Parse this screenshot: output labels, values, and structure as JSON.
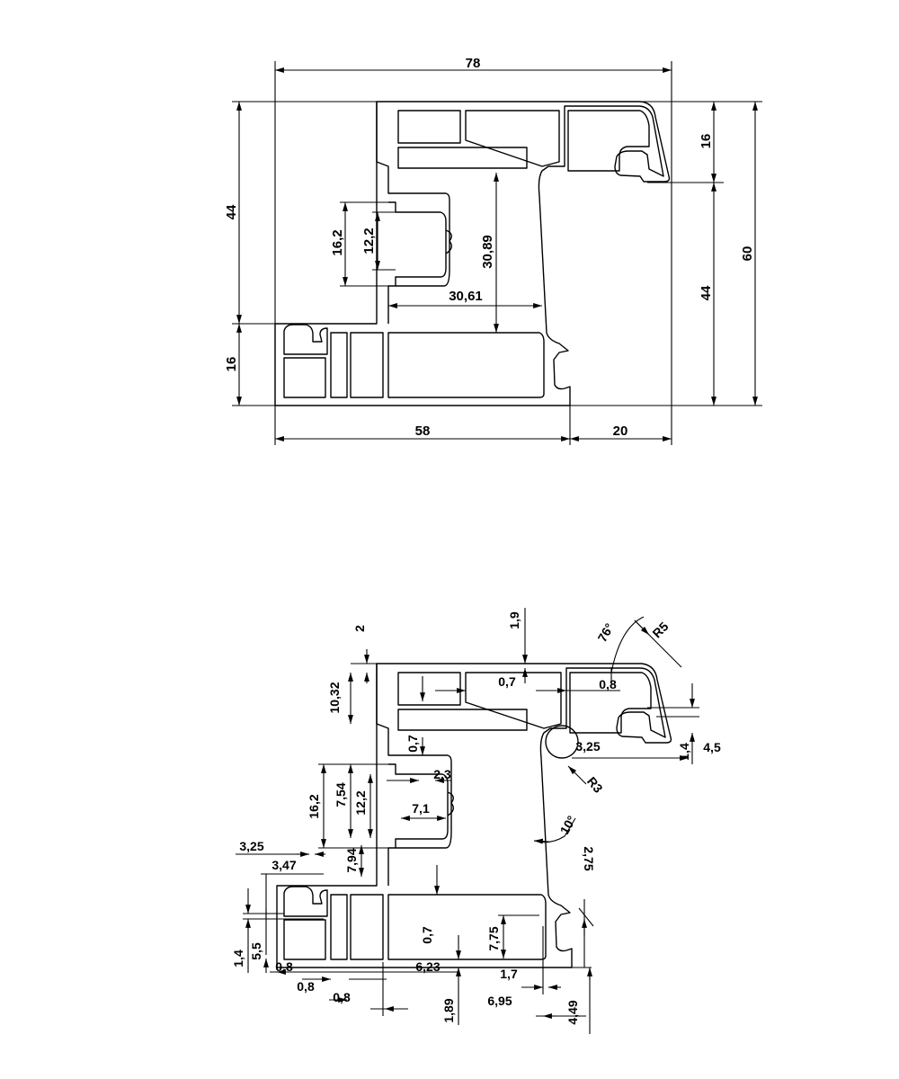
{
  "top_view": {
    "overall_width": "78",
    "overall_height": "60",
    "upper_height_left": "44",
    "lower_height_left": "16",
    "upper_height_right": "16",
    "lower_height_right": "44",
    "bottom_left_width": "58",
    "bottom_right_width": "20",
    "groove_outer": "16,2",
    "groove_inner": "12,2",
    "chamber_height": "30,89",
    "chamber_width": "30,61"
  },
  "detail_view": {
    "d_2": "2",
    "d_1_9": "1,9",
    "d_10_32": "10,32",
    "d_0_7_top": "0,7",
    "d_0_8_top": "0,8",
    "angle_76": "76°",
    "radius_r5": "R5",
    "d_0_7_left": "0,7",
    "d_3_25_right": "3,25",
    "d_1_4_right": "1,4",
    "d_4_5": "4,5",
    "radius_r3": "R3",
    "d_16_2": "16,2",
    "d_7_54": "7,54",
    "d_12_2": "12,2",
    "d_2_3": "2,3",
    "d_7_1": "7,1",
    "angle_10": "10°",
    "d_2_75": "2,75",
    "d_3_25_left": "3,25",
    "d_3_47": "3,47",
    "d_7_94": "7,94",
    "d_0_7_mid": "0,7",
    "d_7_75": "7,75",
    "d_1_4_left": "1,4",
    "d_5_5": "5,5",
    "d_0_8_a": "0,8",
    "d_0_8_b": "0,8",
    "d_0_8_c": "0,8",
    "d_6_23": "6,23",
    "d_1_7": "1,7",
    "d_1_89": "1,89",
    "d_6_95": "6,95",
    "d_4_49": "4,49"
  }
}
